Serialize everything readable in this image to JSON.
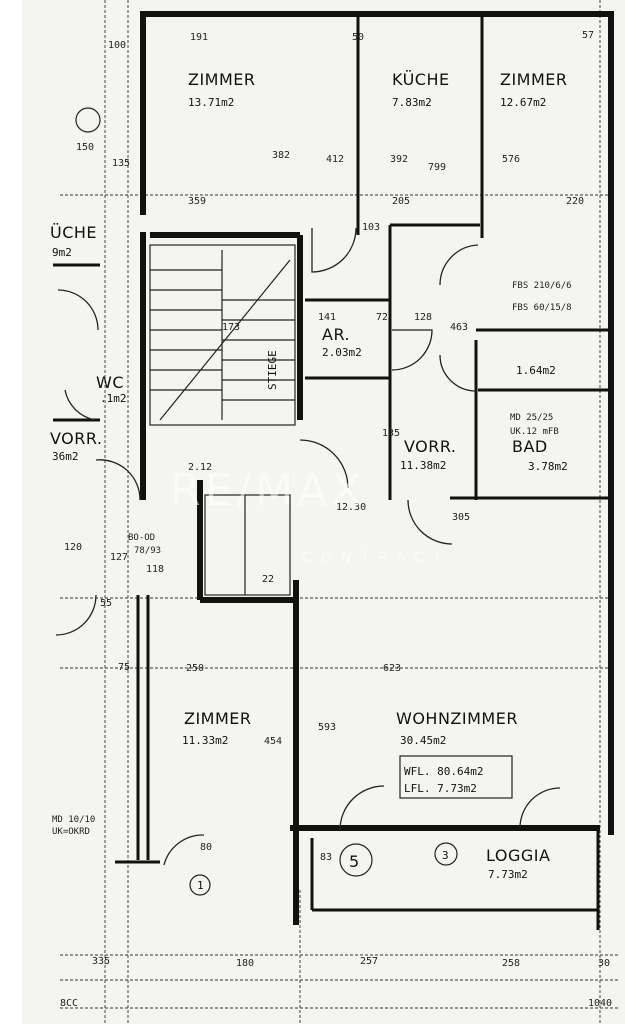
{
  "rooms": [
    {
      "name": "ZIMMER",
      "area": "13.71m2"
    },
    {
      "name": "KÜCHE",
      "area": "7.83m2"
    },
    {
      "name": "ZIMMER",
      "area": "12.67m2"
    },
    {
      "name": "ÜCHE",
      "area": "9m2"
    },
    {
      "name": "AR.",
      "area": "2.03m2"
    },
    {
      "name": "WC",
      "area": ".1m2"
    },
    {
      "name": "VORR.",
      "area": "11.38m2"
    },
    {
      "name": "VORR.",
      "area": "36m2"
    },
    {
      "name": "BAD",
      "area": "3.78m2"
    },
    {
      "name": "ZIMMER",
      "area": "11.33m2"
    },
    {
      "name": "WOHNZIMMER",
      "area": "30.45m2"
    },
    {
      "name": "LOGGIA",
      "area": "7.73m2"
    }
  ],
  "stair_label": "STIEGE",
  "wc_side_area": "1.64m2",
  "area_box": {
    "wfl": "WFL. 80.64m2",
    "lfl": "LFL. 7.73m2"
  },
  "markers": {
    "unit": "5",
    "loggia": "3",
    "axis": "1"
  },
  "notes": {
    "fbs1": "FBS 210/6/6",
    "fbs2": "FBS 60/15/8",
    "md_bath": "MD 25/25",
    "uk_bath": "UK.12 mFB",
    "md_left": "MD 10/10",
    "uk_left": "UK=OKRD",
    "bo": "BO-OD",
    "bo2": "78/93"
  },
  "dimensions": {
    "top": [
      "191",
      "50",
      "57"
    ],
    "row1": [
      "359",
      "205",
      "220"
    ],
    "v1": [
      "382",
      "412",
      "392",
      "576"
    ],
    "mid": [
      "103",
      "128",
      "173",
      "305"
    ],
    "ar": [
      "141",
      "72"
    ],
    "wohn": [
      "623",
      "593",
      "454",
      "250"
    ],
    "bottom": [
      "335",
      "180",
      "257",
      "258",
      "30"
    ],
    "misc": [
      "100",
      "150",
      "135",
      "799",
      "2.12",
      "12.30",
      "118",
      "127",
      "75",
      "55",
      "83",
      "463",
      "135",
      "80",
      "22",
      "120"
    ],
    "edge": [
      "8CC",
      "1040"
    ]
  },
  "watermark": {
    "main": "RE/MAX",
    "sub": "CONTRACT"
  }
}
